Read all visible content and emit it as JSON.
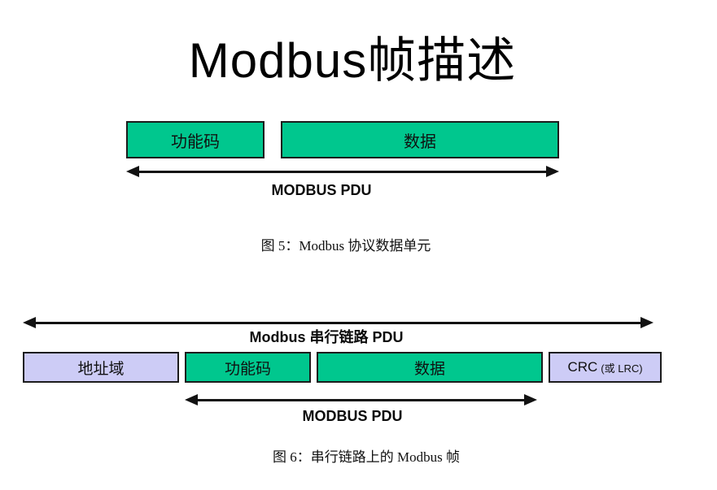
{
  "title": "Modbus帧描述",
  "colors": {
    "field_green": "#00C78E",
    "field_lavender": "#CDCCF6",
    "border": "#1C1C1C",
    "text": "#000000"
  },
  "figure5": {
    "fields": [
      {
        "label": "功能码"
      },
      {
        "label": "数据"
      }
    ],
    "arrow_label": "MODBUS PDU",
    "caption": "图 5：Modbus 协议数据单元"
  },
  "figure6": {
    "top_arrow_label": "Modbus 串行链路 PDU",
    "fields": [
      {
        "label": "地址域"
      },
      {
        "label": "功能码"
      },
      {
        "label": "数据"
      },
      {
        "label": "CRC",
        "sublabel": "(或 LRC)"
      }
    ],
    "bottom_arrow_label": "MODBUS PDU",
    "caption": "图 6：串行链路上的 Modbus 帧"
  }
}
